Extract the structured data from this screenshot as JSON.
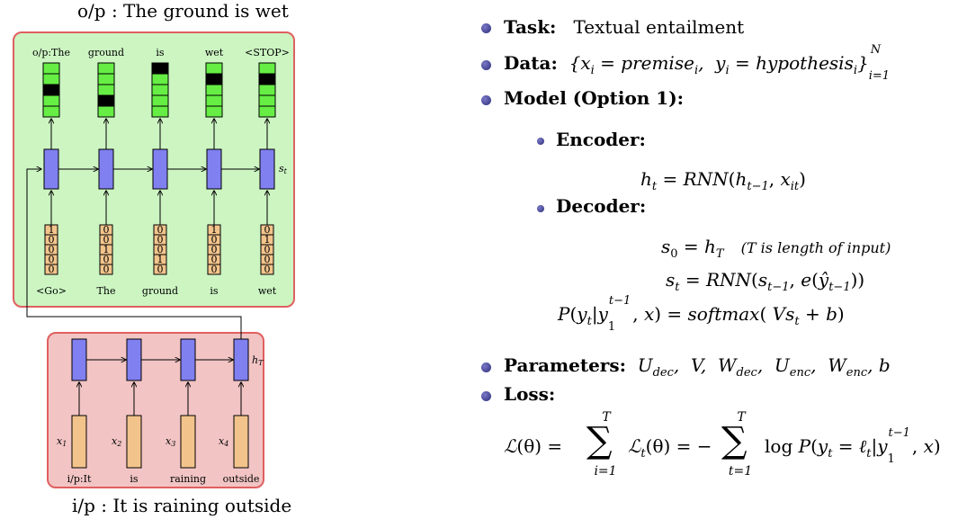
{
  "captions": {
    "output": "o/p : The ground is wet",
    "input": "i/p : It is raining outside"
  },
  "decoder": {
    "top_labels": [
      "o/p:The",
      "ground",
      "is",
      "wet",
      "<STOP>"
    ],
    "bottom_labels": [
      "<Go>",
      "The",
      "ground",
      "is",
      "wet"
    ],
    "state_label": "s_t",
    "onehot": [
      [
        "1",
        "0",
        "0",
        "0",
        "0"
      ],
      [
        "0",
        "0",
        "1",
        "0",
        "0"
      ],
      [
        "0",
        "0",
        "0",
        "1",
        "0"
      ],
      [
        "1",
        "0",
        "0",
        "0",
        "0"
      ],
      [
        "0",
        "1",
        "0",
        "0",
        "0"
      ]
    ],
    "output_blacks": [
      2,
      3,
      0,
      1,
      1
    ],
    "colors": {
      "panel": "#ccf5c2",
      "border": "#e06060",
      "rnn": "#8080f0",
      "onehot": "#f2c48c",
      "softmax": "#66ee44"
    }
  },
  "encoder": {
    "x_labels": [
      "x1",
      "x2",
      "x3",
      "x4"
    ],
    "bottom_labels": [
      "i/p:It",
      "is",
      "raining",
      "outside"
    ],
    "state_label": "h_T",
    "colors": {
      "panel": "#f2c4c4",
      "border": "#e06060",
      "rnn": "#8080f0",
      "input": "#f2c48c"
    }
  },
  "bullets": {
    "task_label": "Task:",
    "task_value": "Textual entailment",
    "data_label": "Data:",
    "model_label": "Model (Option 1):",
    "encoder_label": "Encoder:",
    "decoder_label": "Decoder:",
    "parameters_label": "Parameters:",
    "loss_label": "Loss:",
    "decoder_note": "(T is length of input)"
  }
}
